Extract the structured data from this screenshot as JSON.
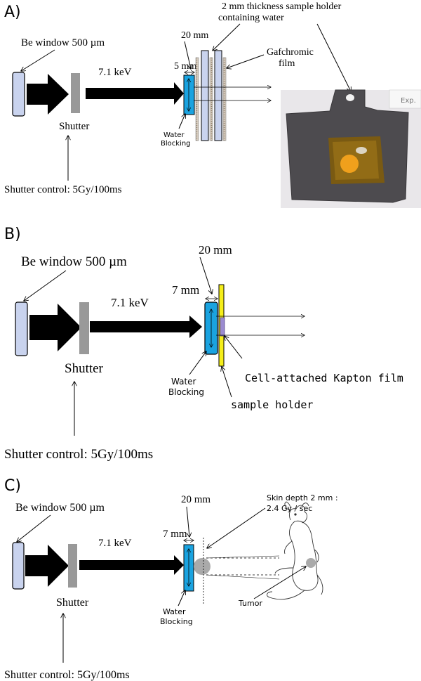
{
  "panels": [
    {
      "label": "A)",
      "be_window": "Be window 500 µm",
      "energy": "7.1 keV",
      "shutter": "Shutter",
      "shutter_control": "Shutter control: 5Gy/100ms",
      "gap": "20 mm",
      "water_thickness": "5 mm",
      "water_blocking_1": "Water",
      "water_blocking_2": "Blocking",
      "holder_line1": "2 mm  thickness sample holder",
      "holder_line2": "containing water",
      "film_line1": "Gafchromic",
      "film_line2": "film",
      "photo_tag": "Exp."
    },
    {
      "label": "B)",
      "be_window": "Be window 500 µm",
      "energy": "7.1 keV",
      "shutter": "Shutter",
      "shutter_control": "Shutter control: 5Gy/100ms",
      "gap": "20 mm",
      "water_thickness": "7 mm",
      "water_blocking_1": "Water",
      "water_blocking_2": "Blocking",
      "kapton": "Cell-attached Kapton film",
      "sample_holder": "sample holder"
    },
    {
      "label": "C)",
      "be_window": "Be window 500 µm",
      "energy": "7.1 keV",
      "shutter": "Shutter",
      "shutter_control": "Shutter control: 5Gy/100ms",
      "gap": "20 mm",
      "water_thickness": "7 mm",
      "water_blocking_1": "Water",
      "water_blocking_2": "Blocking",
      "skin_line1": "Skin depth 2 mm :",
      "skin_line2": "2.4 Gy / sec",
      "tumor": "Tumor"
    }
  ],
  "colors": {
    "be_window": "#c9d3ee",
    "shutter": "#999999",
    "water": "#1aa3e0",
    "holder_yellow": "#f5ee1a",
    "kapton": "#9b8bd0"
  }
}
